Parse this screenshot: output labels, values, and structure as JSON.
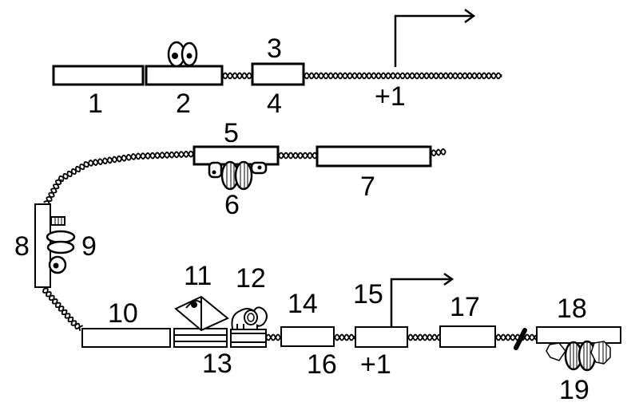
{
  "figure": {
    "ink_color": "#000000",
    "background_color": "#ffffff",
    "top_row": {
      "labels": {
        "n1": "1",
        "n2": "2",
        "n3": "3",
        "n4": "4",
        "plus1": "+1"
      }
    },
    "middle_row": {
      "labels": {
        "n5": "5",
        "n6": "6",
        "n7": "7",
        "n8": "8",
        "n9": "9"
      }
    },
    "bottom_row": {
      "labels": {
        "n10": "10",
        "n11": "11",
        "n12": "12",
        "n13": "13",
        "n14": "14",
        "n15": "15",
        "n16": "16",
        "plus1": "+1",
        "n17": "17",
        "n18": "18",
        "n19": "19"
      }
    },
    "icons": {
      "eyes": "googly-eyes-icon",
      "eye_pyramid": "eye-pyramid-icon",
      "elephant": "elephant-icon",
      "transcription_start": "bent-arrow-icon",
      "dna": "dna-helix-icon",
      "insulator": "slash-marker-icon"
    }
  }
}
